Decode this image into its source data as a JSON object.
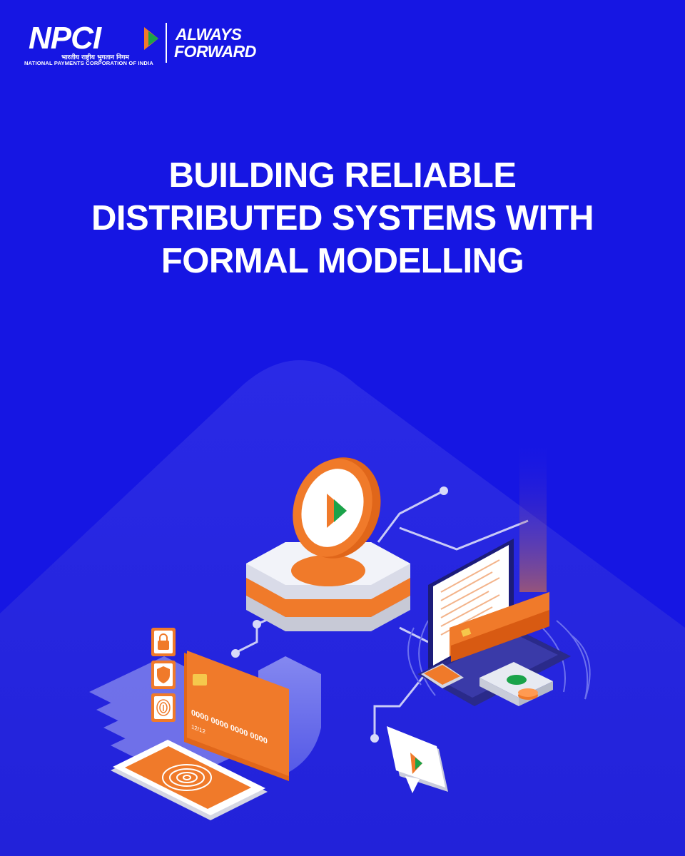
{
  "brand": {
    "wordmark": "NPCI",
    "hindi_name": "भारतीय राष्ट्रीय भुगतान निगम",
    "full_name": "NATIONAL PAYMENTS CORPORATION OF INDIA",
    "tagline_line1": "ALWAYS",
    "tagline_line2": "FORWARD",
    "colors": {
      "background": "#1616e3",
      "accent_orange": "#f07a2a",
      "accent_green": "#1aa34a",
      "white": "#ffffff"
    }
  },
  "headline": {
    "line1": "BUILDING RELIABLE",
    "line2": "DISTRIBUTED SYSTEMS WITH",
    "line3": "FORMAL MODELLING"
  },
  "illustration": {
    "card_number": "0000 0000 0000 0000",
    "card_expiry": "12/12",
    "icons": [
      "upi-coin-icon",
      "lock-icon",
      "shield-icon",
      "fingerprint-icon",
      "laptop-icon",
      "credit-card-icon",
      "cash-icon",
      "phone-icon",
      "chat-bubble-icon"
    ]
  }
}
